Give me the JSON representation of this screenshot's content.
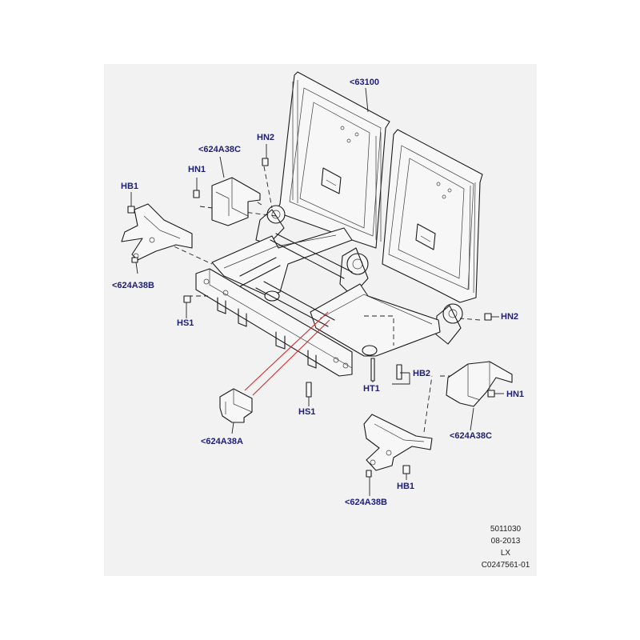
{
  "labels": {
    "seat_back": "<63100",
    "bracket_c_top": "<624A38C",
    "bracket_b_left": "<624A38B",
    "bracket_a": "<624A38A",
    "bracket_c_right": "<624A38C",
    "bracket_b_bottom": "<624A38B",
    "hn2_top": "HN2",
    "hn1_top": "HN1",
    "hb1_left": "HB1",
    "hs1_left": "HS1",
    "hn2_right": "HN2",
    "hb2": "HB2",
    "ht1": "HT1",
    "hn1_right": "HN1",
    "hs1_bottom": "HS1",
    "hb1_bottom": "HB1"
  },
  "meta": {
    "line1": "5011030",
    "line2": "08-2013",
    "line3": "LX",
    "line4": "C0247561-01"
  }
}
